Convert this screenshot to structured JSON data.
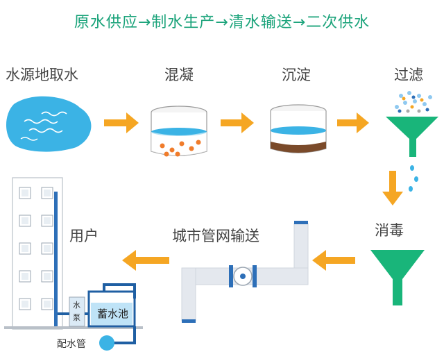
{
  "title": "原水供应→制水生产→清水输送→二次供水",
  "steps": {
    "source": "水源地取水",
    "coagulation": "混凝",
    "sedimentation": "沉淀",
    "filtration": "过滤",
    "disinfection": "消毒",
    "transport": "城市管网输送",
    "user": "用户"
  },
  "labels": {
    "pump_line1": "水",
    "pump_line2": "泵",
    "reservoir": "蓄水池",
    "supply_pipe": "配水管"
  },
  "colors": {
    "title_green": "#1aa37a",
    "arrow_orange": "#f5a623",
    "water_blue": "#3bb3e5",
    "funnel_green": "#19b57a"
  }
}
